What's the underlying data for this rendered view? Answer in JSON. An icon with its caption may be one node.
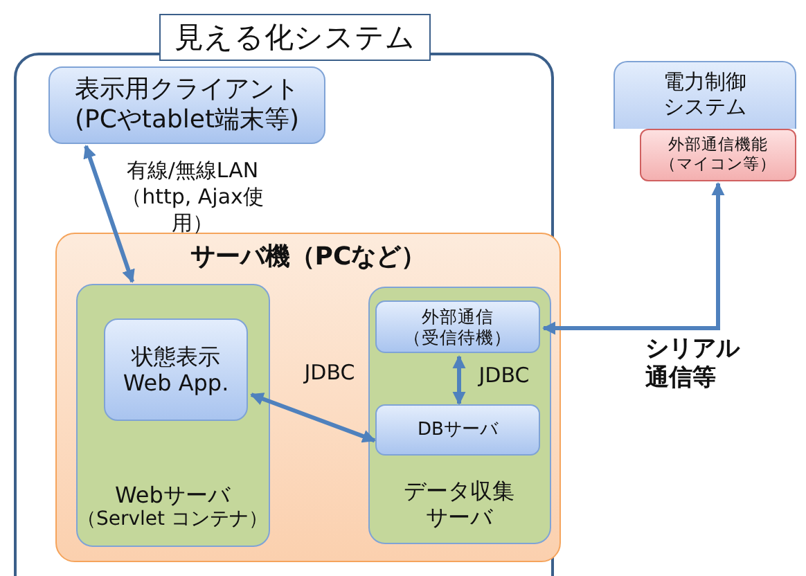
{
  "diagram": {
    "nodes": [
      {
        "text": [
          "見える化システム"
        ]
      },
      {
        "text": [
          "表示用クライアント (PCやtablet端末等)"
        ],
        "in": 0
      },
      {
        "text": [
          "サーバ機（PCなど）"
        ],
        "in": 0
      },
      {
        "text": [
          "Webサーバ",
          "（Servlet コンテナ）"
        ],
        "in": 2
      },
      {
        "text": [
          "状態表示 Web App."
        ],
        "in": 3
      },
      {
        "text": [
          "データ収集サーバ"
        ],
        "in": 2
      },
      {
        "text": [
          "外部通信",
          "（受信待機）"
        ],
        "in": 5
      },
      {
        "text": [
          "DBサーバ"
        ],
        "in": 5
      },
      {
        "text": [
          "電力制御システム"
        ]
      },
      {
        "text": [
          "外部通信機能",
          "（マイコン等）"
        ]
      }
    ],
    "edges": [
      {
        "from": 3,
        "to": 1,
        "arrow": "both",
        "label": "有線/無線LAN（http, Ajax使用）"
      },
      {
        "from": 4,
        "to": 7,
        "arrow": "both",
        "label": "JDBC"
      },
      {
        "from": 6,
        "to": 7,
        "arrow": "both",
        "label": "JDBC"
      },
      {
        "from": 6,
        "to": 9,
        "arrow": "both",
        "label": "シリアル通信等"
      }
    ]
  }
}
